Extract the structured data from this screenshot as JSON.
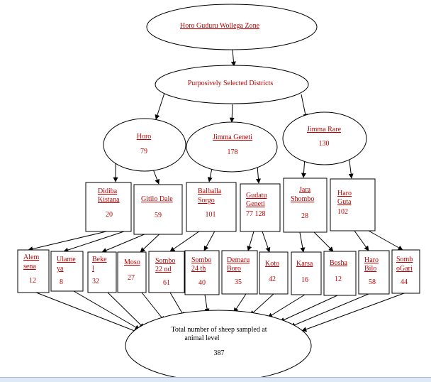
{
  "zone": {
    "label": "Horo Guduru Wollega Zone"
  },
  "selection": {
    "label": "Purposively Selected Districts"
  },
  "districts": [
    {
      "name": "Horo",
      "count": "79"
    },
    {
      "name": "Jimma Geneti",
      "count": "178"
    },
    {
      "name": "Jimma Rare",
      "count": "130"
    }
  ],
  "subdistricts": [
    {
      "lines": [
        "Didiba",
        "Kistana"
      ],
      "count": "20"
    },
    {
      "lines": [
        "Gitilo Dale"
      ],
      "count": "59"
    },
    {
      "lines": [
        "Balballa",
        "Sorgo"
      ],
      "count": "101"
    },
    {
      "lines": [
        "Gudatu",
        "Geneti"
      ],
      "count": "77 128"
    },
    {
      "lines": [
        "Jara",
        "Shombo"
      ],
      "count": "28"
    },
    {
      "lines": [
        "Haro",
        "Guta"
      ],
      "count": "102"
    }
  ],
  "villages": [
    {
      "lines": [
        "Alem",
        "sena"
      ],
      "count": "12"
    },
    {
      "lines": [
        "Ulame",
        "ya"
      ],
      "count": "8"
    },
    {
      "lines": [
        "Beke",
        "l"
      ],
      "count": "32"
    },
    {
      "lines": [
        "Moso"
      ],
      "count": "27"
    },
    {
      "lines": [
        "Sombo",
        "22 nd"
      ],
      "count": "61"
    },
    {
      "lines": [
        "Sombo",
        "24 th"
      ],
      "count": "40"
    },
    {
      "lines": [
        "Demaru",
        "Boro"
      ],
      "count": "35"
    },
    {
      "lines": [
        "Koto"
      ],
      "count": "42"
    },
    {
      "lines": [
        "Karsa"
      ],
      "count": "16"
    },
    {
      "lines": [
        "Bosha"
      ],
      "count": "12"
    },
    {
      "lines": [
        "Haro",
        "Bilo"
      ],
      "count": "58"
    },
    {
      "lines": [
        "Somb",
        "oGari"
      ],
      "count": "44"
    }
  ],
  "total": {
    "line1": "Total number of sheep sampled at",
    "line2": "animal level",
    "count": "387"
  }
}
